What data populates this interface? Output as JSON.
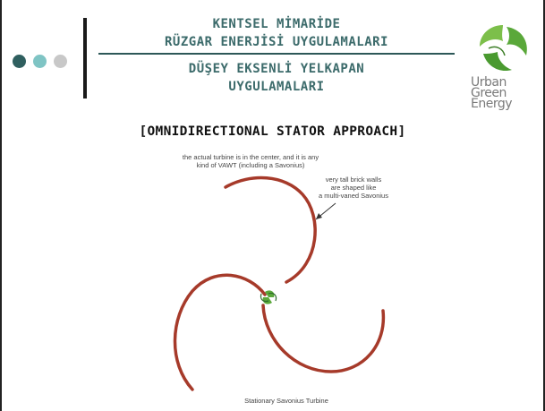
{
  "header": {
    "title_line1": "KENTSEL MİMARİDE",
    "title_line2": "RÜZGAR ENERJİSİ UYGULAMALARI",
    "title_line3": "DÜŞEY EKSENLİ YELKAPAN",
    "title_line4": "UYGULAMALARI"
  },
  "logo": {
    "line1": "Urban",
    "line2": "Green",
    "line3": "Energy"
  },
  "subtitle": "[OMNIDIRECTIONAL STATOR APPROACH]",
  "diagram": {
    "top_note_line1": "the actual turbine is in the center, and it is any",
    "top_note_line2": "kind of VAWT (including a Savonius)",
    "side_note_line1": "very tall brick walls",
    "side_note_line2": "are shaped like",
    "side_note_line3": "a multi-vaned Savonius",
    "caption": "Stationary Savonius Turbine"
  },
  "colors": {
    "title": "#3c6b6b",
    "wall": "#a63a2a",
    "dot_dark": "#2f5f5f",
    "dot_teal": "#7fc4c4",
    "dot_grey": "#c8c8c8",
    "leaf_green": "#5aa83a"
  }
}
